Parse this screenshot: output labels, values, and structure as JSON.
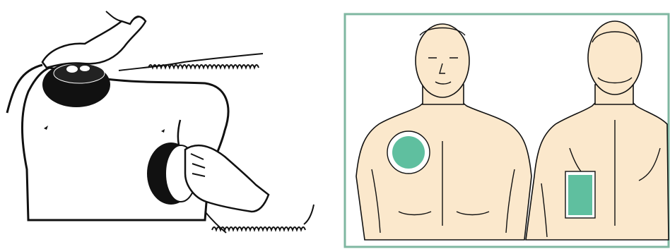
{
  "figure": {
    "panels": [
      {
        "id": "left",
        "depiction": "paddle-placement-illustration"
      },
      {
        "id": "right",
        "depiction": "pad-placement-front-back"
      }
    ],
    "colors": {
      "skin": "#fbe8cc",
      "pad": "#5fbf9f",
      "frame": "#7fb7a1",
      "ink": "#111111",
      "paddle": "#111111"
    },
    "icons": [
      "defibrillator-paddle-icon",
      "electrode-pad-icon",
      "hand-icon",
      "cable-icon"
    ]
  }
}
